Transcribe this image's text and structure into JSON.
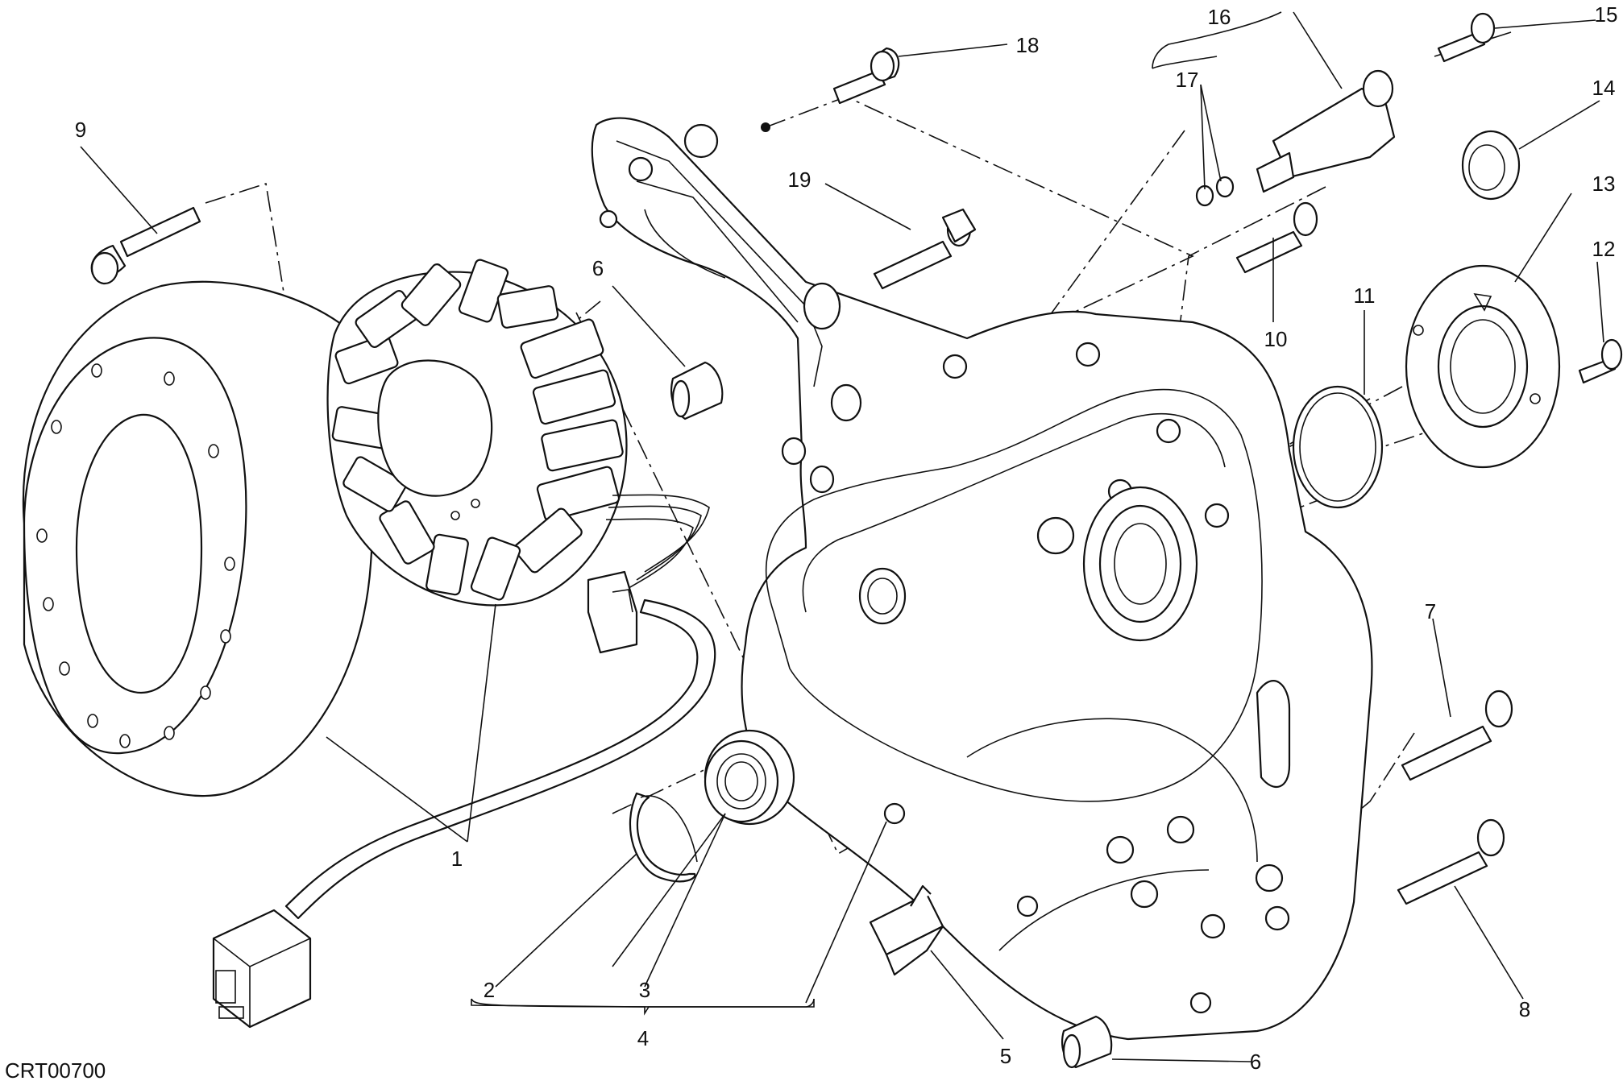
{
  "drawing_code": "CRT00700",
  "callouts": [
    {
      "id": "c1",
      "label": "1"
    },
    {
      "id": "c2",
      "label": "2"
    },
    {
      "id": "c3",
      "label": "3"
    },
    {
      "id": "c4",
      "label": "4"
    },
    {
      "id": "c5",
      "label": "5"
    },
    {
      "id": "c6a",
      "label": "6"
    },
    {
      "id": "c6b",
      "label": "6"
    },
    {
      "id": "c7",
      "label": "7"
    },
    {
      "id": "c8",
      "label": "8"
    },
    {
      "id": "c9",
      "label": "9"
    },
    {
      "id": "c10",
      "label": "10"
    },
    {
      "id": "c11",
      "label": "11"
    },
    {
      "id": "c12",
      "label": "12"
    },
    {
      "id": "c13",
      "label": "13"
    },
    {
      "id": "c14",
      "label": "14"
    },
    {
      "id": "c15",
      "label": "15"
    },
    {
      "id": "c16",
      "label": "16"
    },
    {
      "id": "c17",
      "label": "17"
    },
    {
      "id": "c18",
      "label": "18"
    },
    {
      "id": "c19",
      "label": "19"
    }
  ]
}
